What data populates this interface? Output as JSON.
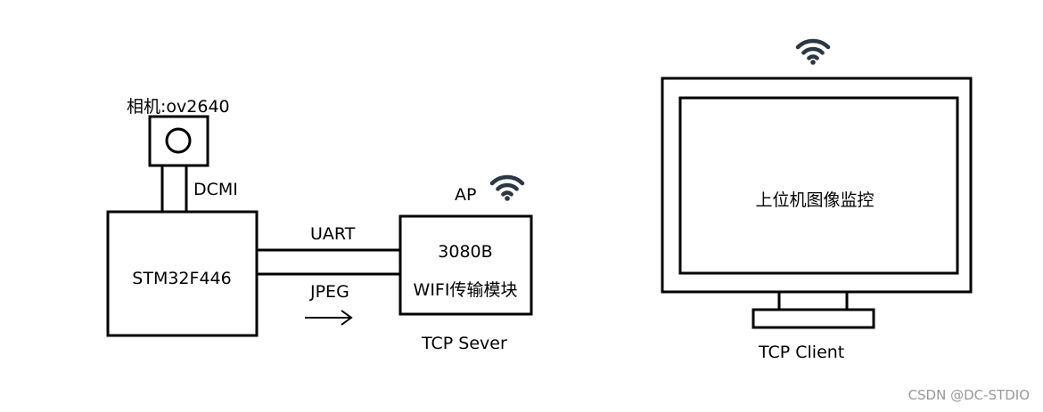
{
  "camera": {
    "label": "相机:ov2640"
  },
  "links": {
    "dcmi": "DCMI",
    "uart": "UART",
    "jpeg": "JPEG"
  },
  "mcu": {
    "label": "STM32F446"
  },
  "wifi_module": {
    "ap_label": "AP",
    "line1": "3080B",
    "line2": "WIFI传输模块",
    "role": "TCP Sever"
  },
  "monitor": {
    "screen_text": "上位机图像监控",
    "role": "TCP Client"
  },
  "watermark": "CSDN @DC-STDIO",
  "icons": {
    "wifi_module_signal": "wifi-icon",
    "monitor_signal": "wifi-icon",
    "arrow": "right-arrow-icon",
    "lens": "camera-lens-icon"
  },
  "colors": {
    "stroke": "#000000",
    "wifi": "#2d3744",
    "watermark": "#999999"
  }
}
